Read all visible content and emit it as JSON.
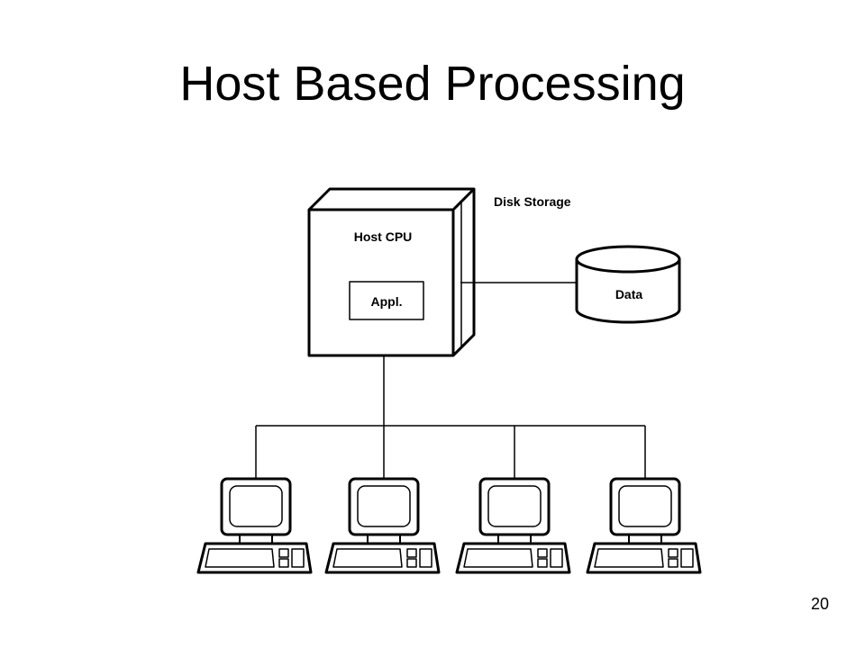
{
  "slide": {
    "title": "Host Based Processing",
    "page_number": "20"
  },
  "diagram": {
    "host_label": "Host CPU",
    "app_label": "Appl.",
    "storage_label": "Disk Storage",
    "data_label": "Data",
    "terminal_count": 4,
    "line_color": "#000000"
  }
}
